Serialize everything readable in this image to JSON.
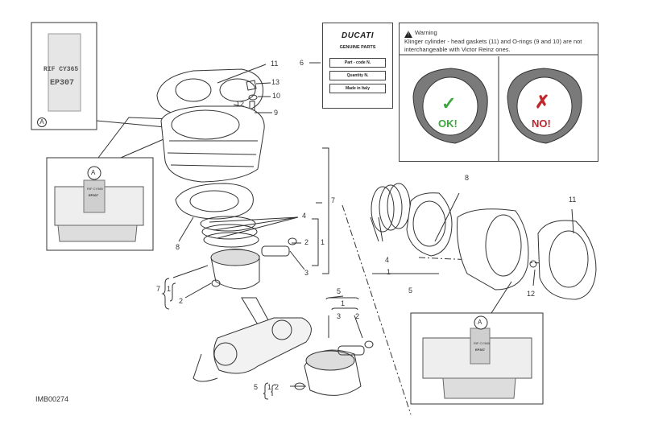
{
  "image_code": "IMB00274",
  "inset_a": {
    "label": "A",
    "tag_line1": "RIF CY365",
    "tag_line2": "EP307",
    "small_tag_line1": "RIF CY365",
    "small_tag_line2": "EP307"
  },
  "genuine_parts": {
    "brand": "DUCATI",
    "title": "GENUINE PARTS",
    "row1": "Part - code N.",
    "row2": "Quantity N.",
    "row3": "Made in Italy"
  },
  "warning": {
    "title": "Warning",
    "text": "Klinger cylinder - head gaskets (11) and O-rings (9 and 10) are not interchangeable with Victor Reinz ones.",
    "ok_label": "OK!",
    "no_label": "NO!"
  },
  "callouts": {
    "n11a": "11",
    "n13": "13",
    "n10": "10",
    "n12a": "12",
    "n9": "9",
    "n6": "6",
    "n7a": "7",
    "n4a": "4",
    "n2a": "2",
    "n1a": "1",
    "n3a": "3",
    "n8a": "8",
    "n7b": "7",
    "n1b": "1",
    "n2b": "2",
    "n5a": "5",
    "n1c": "1",
    "n3b": "3",
    "n2c": "2",
    "n5b": "5",
    "n1d": "1",
    "n2d": "2",
    "n8b": "8",
    "n11b": "11",
    "n4b": "4",
    "n1e": "1",
    "n5c": "5",
    "n12b": "12"
  },
  "colors": {
    "ok": "#3aa83a",
    "no": "#c0262b",
    "line": "#333333"
  }
}
